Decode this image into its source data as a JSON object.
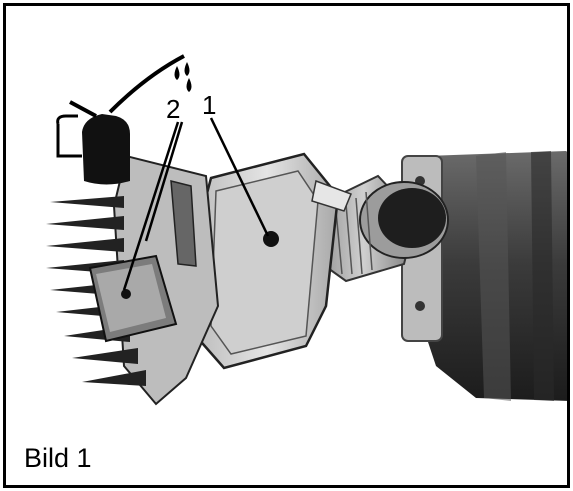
{
  "figure": {
    "caption": "Bild 1",
    "callouts": [
      {
        "id": "1",
        "label": "1"
      },
      {
        "id": "2",
        "label": "2"
      }
    ]
  },
  "colors": {
    "ink": "#000000",
    "paper": "#ffffff",
    "metal_light": "#d8d8d8",
    "metal_mid": "#9a9a9a",
    "metal_dark": "#3a3a3a"
  },
  "icons": [
    "oil-can-icon",
    "oil-drops-icon"
  ]
}
